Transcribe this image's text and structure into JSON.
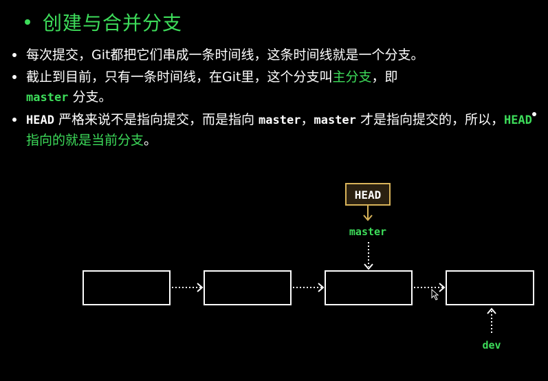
{
  "title": "创建与合并分支",
  "bullets": [
    {
      "parts": [
        {
          "text": "每次提交，Git都把它们串成一条时间线，这条时间线就是一个分支。",
          "style": "plain"
        }
      ]
    },
    {
      "parts": [
        {
          "text": "截止到目前，只有一条时间线，在Git里，这个分支叫",
          "style": "plain"
        },
        {
          "text": "主分支",
          "style": "green"
        },
        {
          "text": "，即",
          "style": "plain"
        },
        {
          "text": "master",
          "style": "green-mono"
        },
        {
          "text": " 分支。",
          "style": "plain"
        }
      ]
    },
    {
      "parts": [
        {
          "text": "HEAD",
          "style": "mono"
        },
        {
          "text": " 严格来说不是指向提交，而是指向 ",
          "style": "plain"
        },
        {
          "text": "master",
          "style": "mono"
        },
        {
          "text": "，",
          "style": "plain"
        },
        {
          "text": "master",
          "style": "mono"
        },
        {
          "text": " 才是指向提交的，所以，",
          "style": "plain"
        },
        {
          "text": "HEAD",
          "style": "green-mono"
        },
        {
          "text": " 指向的就是当前分支",
          "style": "green"
        },
        {
          "text": "。",
          "style": "plain"
        }
      ]
    }
  ],
  "diagram": {
    "head_label": "HEAD",
    "master_label": "master",
    "dev_label": "dev",
    "commit_count": 4
  },
  "colors": {
    "background": "#000000",
    "accent_green": "#3ddc5a",
    "head_box_border": "#d9b45a",
    "head_box_fill": "#2a2010",
    "box_border": "#ffffff"
  }
}
